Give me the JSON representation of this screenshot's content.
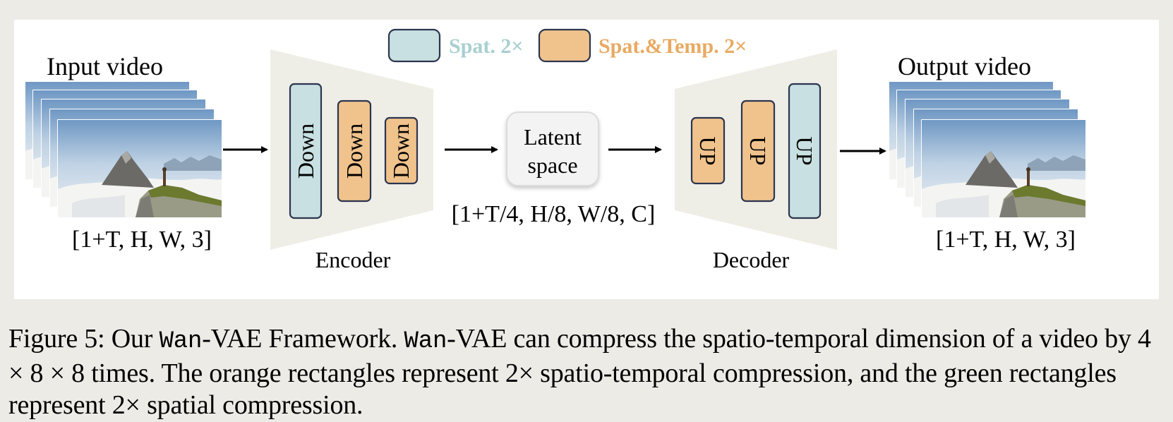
{
  "legend": {
    "spatial": {
      "label": "Spat. 2×",
      "fill": "#c8e0e1",
      "text_color": "#a9cfd1"
    },
    "spatiotemporal": {
      "label": "Spat.&Temp. 2×",
      "fill": "#f0c38d",
      "text_color": "#e8aa62"
    }
  },
  "input": {
    "title": "Input video",
    "shape": "[1+T, H, W, 3]"
  },
  "output": {
    "title": "Output video",
    "shape": "[1+T, H, W, 3]"
  },
  "encoder": {
    "label": "Encoder",
    "blocks": [
      "Down",
      "Down",
      "Down"
    ]
  },
  "decoder": {
    "label": "Decoder",
    "blocks": [
      "UP",
      "UP",
      "UP"
    ]
  },
  "latent": {
    "line1": "Latent",
    "line2": "space",
    "shape": "[1+T/4, H/8, W/8, C]"
  },
  "caption": {
    "t1": "Figure 5: Our ",
    "m1": "Wan",
    "t2": "-VAE Framework. ",
    "m2": "Wan",
    "t3": "-VAE can compress the spatio-temporal dimension of a video by 4 × 8 × 8 times. The orange rectangles represent 2× spatio-temporal compression, and the green rectangles represent 2× spatial compression."
  },
  "colors": {
    "trapezoid": "#efeee6",
    "block_stroke": "#2b3550",
    "latent_bg": "#f3f3f3"
  }
}
